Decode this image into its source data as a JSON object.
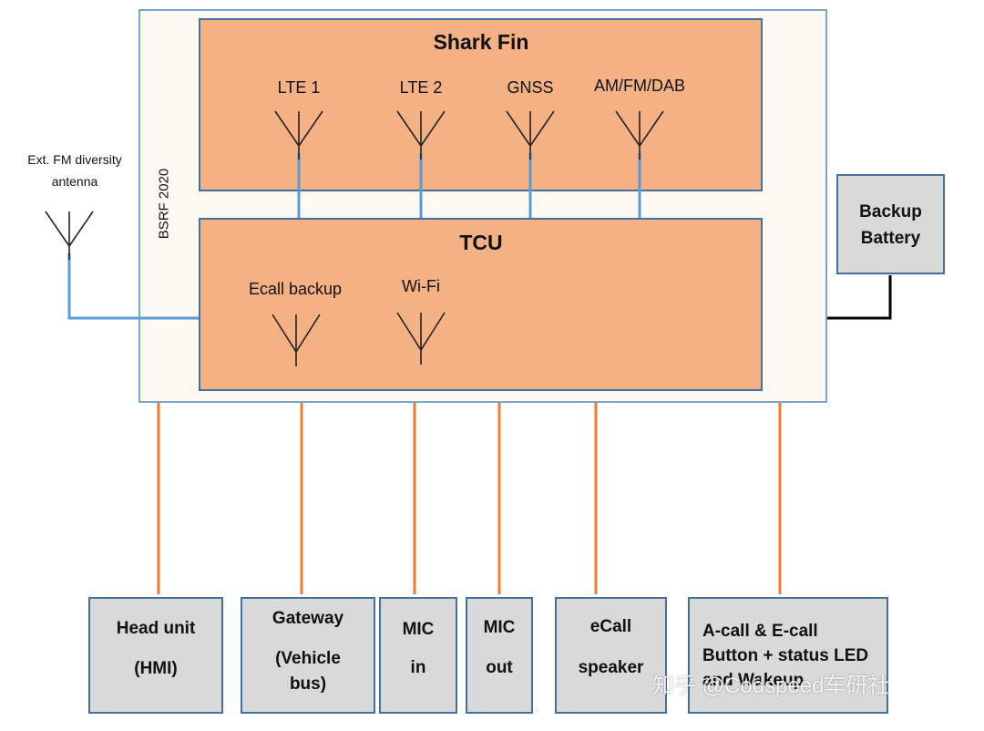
{
  "bsrf_label": "BSRF 2020",
  "external_antenna": {
    "line1": "Ext. FM diversity",
    "line2": "antenna"
  },
  "shark_fin": {
    "title": "Shark Fin",
    "antennas": [
      "LTE 1",
      "LTE 2",
      "GNSS",
      "AM/FM/DAB"
    ]
  },
  "tcu": {
    "title": "TCU",
    "antennas": [
      "Ecall backup",
      "Wi-Fi"
    ]
  },
  "backup_battery": {
    "line1": "Backup",
    "line2": "Battery"
  },
  "peripherals": [
    {
      "lines": [
        "Head unit",
        "(HMI)"
      ]
    },
    {
      "lines": [
        "Gateway",
        "(Vehicle",
        "bus)"
      ]
    },
    {
      "lines": [
        "MIC",
        "in"
      ]
    },
    {
      "lines": [
        "MIC",
        "out"
      ]
    },
    {
      "lines": [
        "eCall",
        "speaker"
      ]
    },
    {
      "lines": [
        "A-call & E-call",
        "Button + status LED",
        "and Wakeup"
      ]
    }
  ],
  "watermark": "知乎 @Codspeed车研社",
  "colors": {
    "box_fill": "#f4b183",
    "box_border": "#41719c",
    "antenna_link": "#5b9bd5",
    "peripheral_link": "#ed7d31",
    "battery_link": "#000000",
    "grey_fill": "#d9d9d9"
  }
}
